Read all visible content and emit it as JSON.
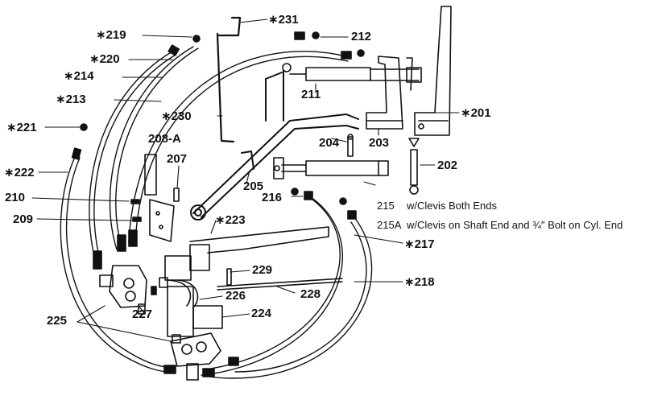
{
  "labels": {
    "p219": "∗219",
    "p231": "∗231",
    "p212": "212",
    "p220": "∗220",
    "p214": "∗214",
    "p213": "∗213",
    "p211": "211",
    "p201": "∗201",
    "p230": "∗230",
    "p221": "∗221",
    "p208a": "208-A",
    "p204": "204",
    "p203": "203",
    "p207": "207",
    "p202": "202",
    "p222": "∗222",
    "p205": "205",
    "p210": "210",
    "p216": "216",
    "p215": "215",
    "p215a": "215A",
    "p209": "209",
    "p223": "∗223",
    "p217": "∗217",
    "p229": "229",
    "p218": "∗218",
    "p226": "226",
    "p228": "228",
    "p227": "227",
    "p225": "225",
    "p224": "224"
  },
  "notes": {
    "n215": "w/Clevis Both Ends",
    "n215a": "w/Clevis on Shaft End and ¾″ Bolt on Cyl. End"
  },
  "colors": {
    "ink": "#111111",
    "paper": "#ffffff"
  }
}
